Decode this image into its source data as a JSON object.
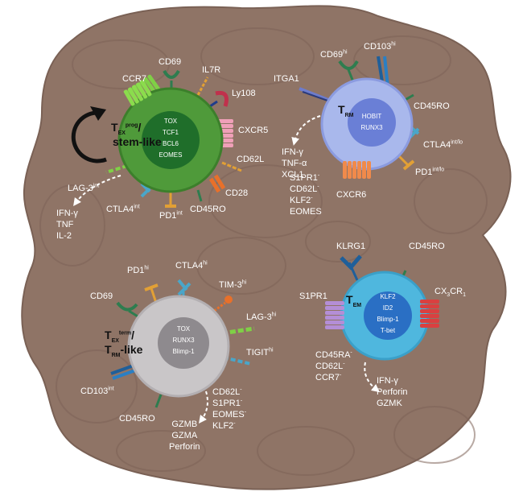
{
  "cells": {
    "stem_like": {
      "title_main": "T",
      "title_sub": "EX",
      "title_sup": "prog",
      "title_rest": "/",
      "title_line2": "stem-like",
      "tfs": [
        "TOX",
        "TCF1",
        "BCL6",
        "EOMES"
      ],
      "markers": {
        "cd69": "CD69",
        "il7r": "IL7R",
        "ly108": "Ly108",
        "ccr7": "CCR7",
        "cxcr5": "CXCR5",
        "cd62l": "CD62L",
        "cd28": "CD28",
        "cd45ro": "CD45RO",
        "lag3": "LAG-3",
        "lag3_sup": "int",
        "ctla4": "CTLA4",
        "ctla4_sup": "int",
        "pd1": "PD1",
        "pd1_sup": "int"
      },
      "secreted": [
        "IFN-γ",
        "TNF",
        "IL-2"
      ]
    },
    "trm": {
      "title_main": "T",
      "title_sub": "RM",
      "tfs": [
        "HOBIT",
        "RUNX3"
      ],
      "markers": {
        "cd69": "CD69",
        "cd69_sup": "hi",
        "cd103": "CD103",
        "cd103_sup": "hi",
        "itga1": "ITGA1",
        "cd45ro": "CD45RO",
        "ctla4": "CTLA4",
        "ctla4_sup": "int/lo",
        "pd1": "PD1",
        "pd1_sup": "int/lo",
        "cxcr6": "CXCR6"
      },
      "secreted": [
        "IFN-γ",
        "TNF-α",
        "XCL1"
      ],
      "negatives": [
        {
          "name": "S1PR1",
          "sup": "-"
        },
        {
          "name": "CD62L",
          "sup": "-"
        },
        {
          "name": "KLF2",
          "sup": "-"
        },
        {
          "name": "EOMES",
          "sup": ""
        }
      ]
    },
    "term": {
      "title_main": "T",
      "title_sub": "EX",
      "title_sup": "term",
      "title_rest": "/",
      "title_line2_main": "T",
      "title_line2_sub": "RM",
      "title_line2_rest": "-like",
      "tfs": [
        "TOX",
        "RUNX3",
        "Blimp-1"
      ],
      "markers": {
        "pd1": "PD1",
        "pd1_sup": "hi",
        "ctla4": "CTLA4",
        "ctla4_sup": "hi",
        "tim3": "TIM-3",
        "tim3_sup": "hi",
        "cd69": "CD69",
        "lag3": "LAG-3",
        "lag3_sup": "hi",
        "tigit": "TIGIT",
        "tigit_sup": "hi",
        "cd103": "CD103",
        "cd103_sup": "int",
        "cd45ro": "CD45RO"
      },
      "secreted": [
        "GZMB",
        "GZMA",
        "Perforin"
      ],
      "negatives": [
        {
          "name": "CD62L",
          "sup": "-"
        },
        {
          "name": "S1PR1",
          "sup": "-"
        },
        {
          "name": "EOMES",
          "sup": "-"
        },
        {
          "name": "KLF2",
          "sup": "-"
        }
      ]
    },
    "tem": {
      "title_main": "T",
      "title_sub": "EM",
      "tfs": [
        "KLF2",
        "ID2",
        "Blimp-1",
        "T-bet"
      ],
      "markers": {
        "klrg1": "KLRG1",
        "cd45ro": "CD45RO",
        "s1pr1": "S1PR1",
        "cx3cr1_a": "CX",
        "cx3cr1_sub1": "3",
        "cx3cr1_b": "CR",
        "cx3cr1_sub2": "1"
      },
      "secreted": [
        "IFN-γ",
        "Perforin",
        "GZMK"
      ],
      "negatives": [
        {
          "name": "CD45RA",
          "sup": "-"
        },
        {
          "name": "CD62L",
          "sup": "-"
        },
        {
          "name": "CCR7",
          "sup": "-"
        }
      ]
    }
  },
  "colors": {
    "tissue": "#8f7466",
    "tissue_dark": "#6e5548",
    "stem_cell": "#4f9a3a",
    "stem_nucleus": "#1f6e2a",
    "trm_cell": "#a9b8ec",
    "trm_nucleus": "#6a7fd6",
    "term_cell": "#c9c6c8",
    "term_nucleus": "#8e8a8e",
    "tem_cell": "#4fb7de",
    "tem_nucleus": "#2a6fc4"
  }
}
